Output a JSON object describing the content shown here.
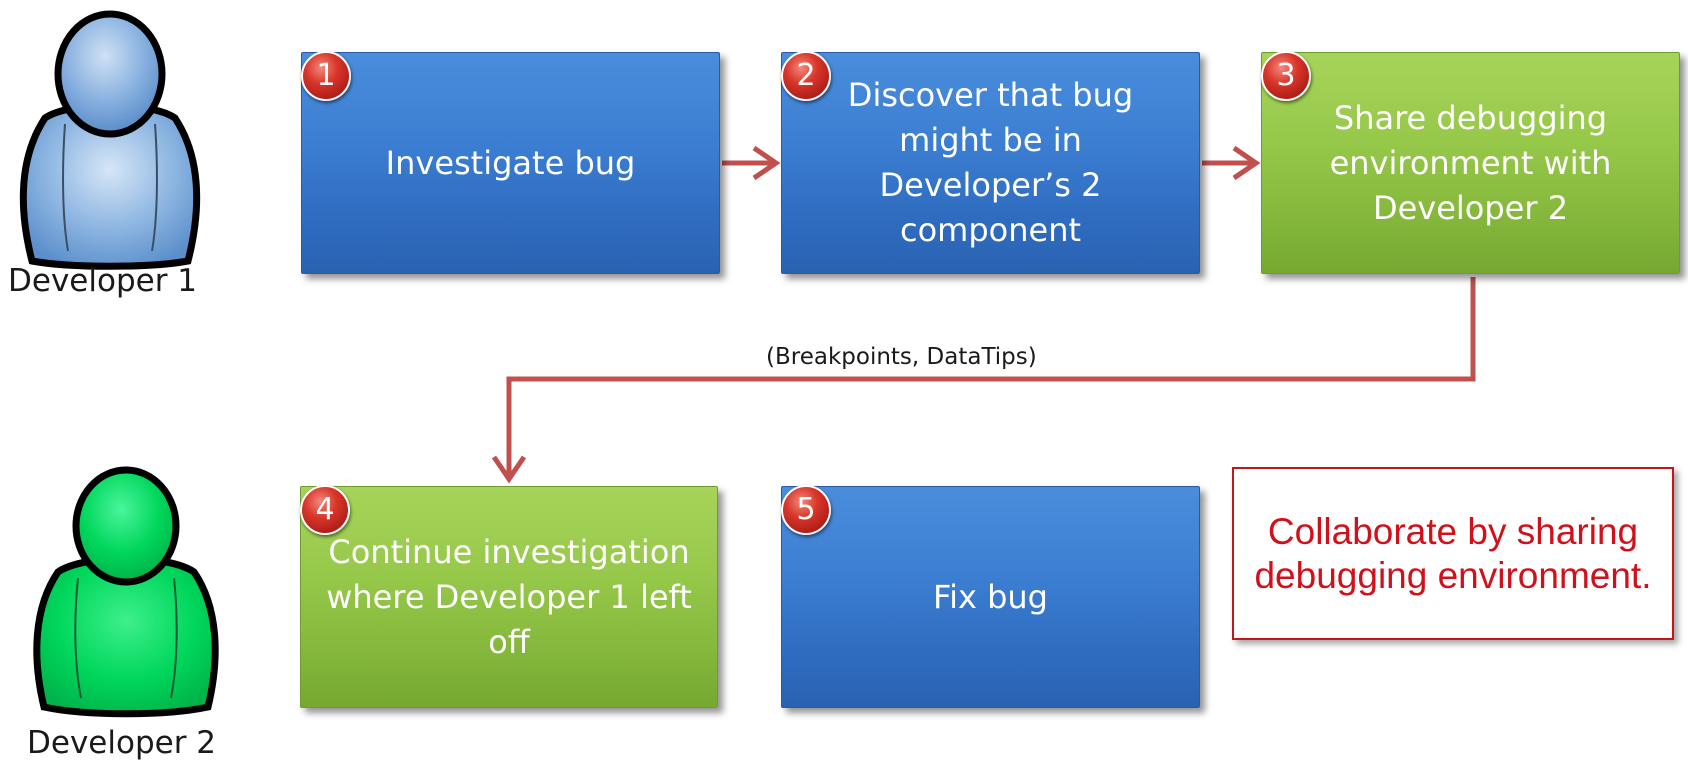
{
  "people": [
    {
      "label": "Developer 1",
      "color": "#5b9bd5"
    },
    {
      "label": "Developer 2",
      "color": "#00c853"
    }
  ],
  "steps": [
    {
      "number": "1",
      "text": "Investigate bug",
      "color": "blue"
    },
    {
      "number": "2",
      "text": "Discover that bug might be in Developer’s 2 component",
      "color": "blue"
    },
    {
      "number": "3",
      "text": "Share debugging environment with Developer 2",
      "color": "green"
    },
    {
      "number": "4",
      "text": "Continue investigation where Developer 1 left off",
      "color": "green"
    },
    {
      "number": "5",
      "text": "Fix bug",
      "color": "blue"
    }
  ],
  "connector_label": "(Breakpoints, DataTips)",
  "callout": "Collaborate by sharing debugging environment.",
  "colors": {
    "arrow": "#c0504d",
    "callout_text": "#d0101a",
    "badge": "#c0261c"
  }
}
